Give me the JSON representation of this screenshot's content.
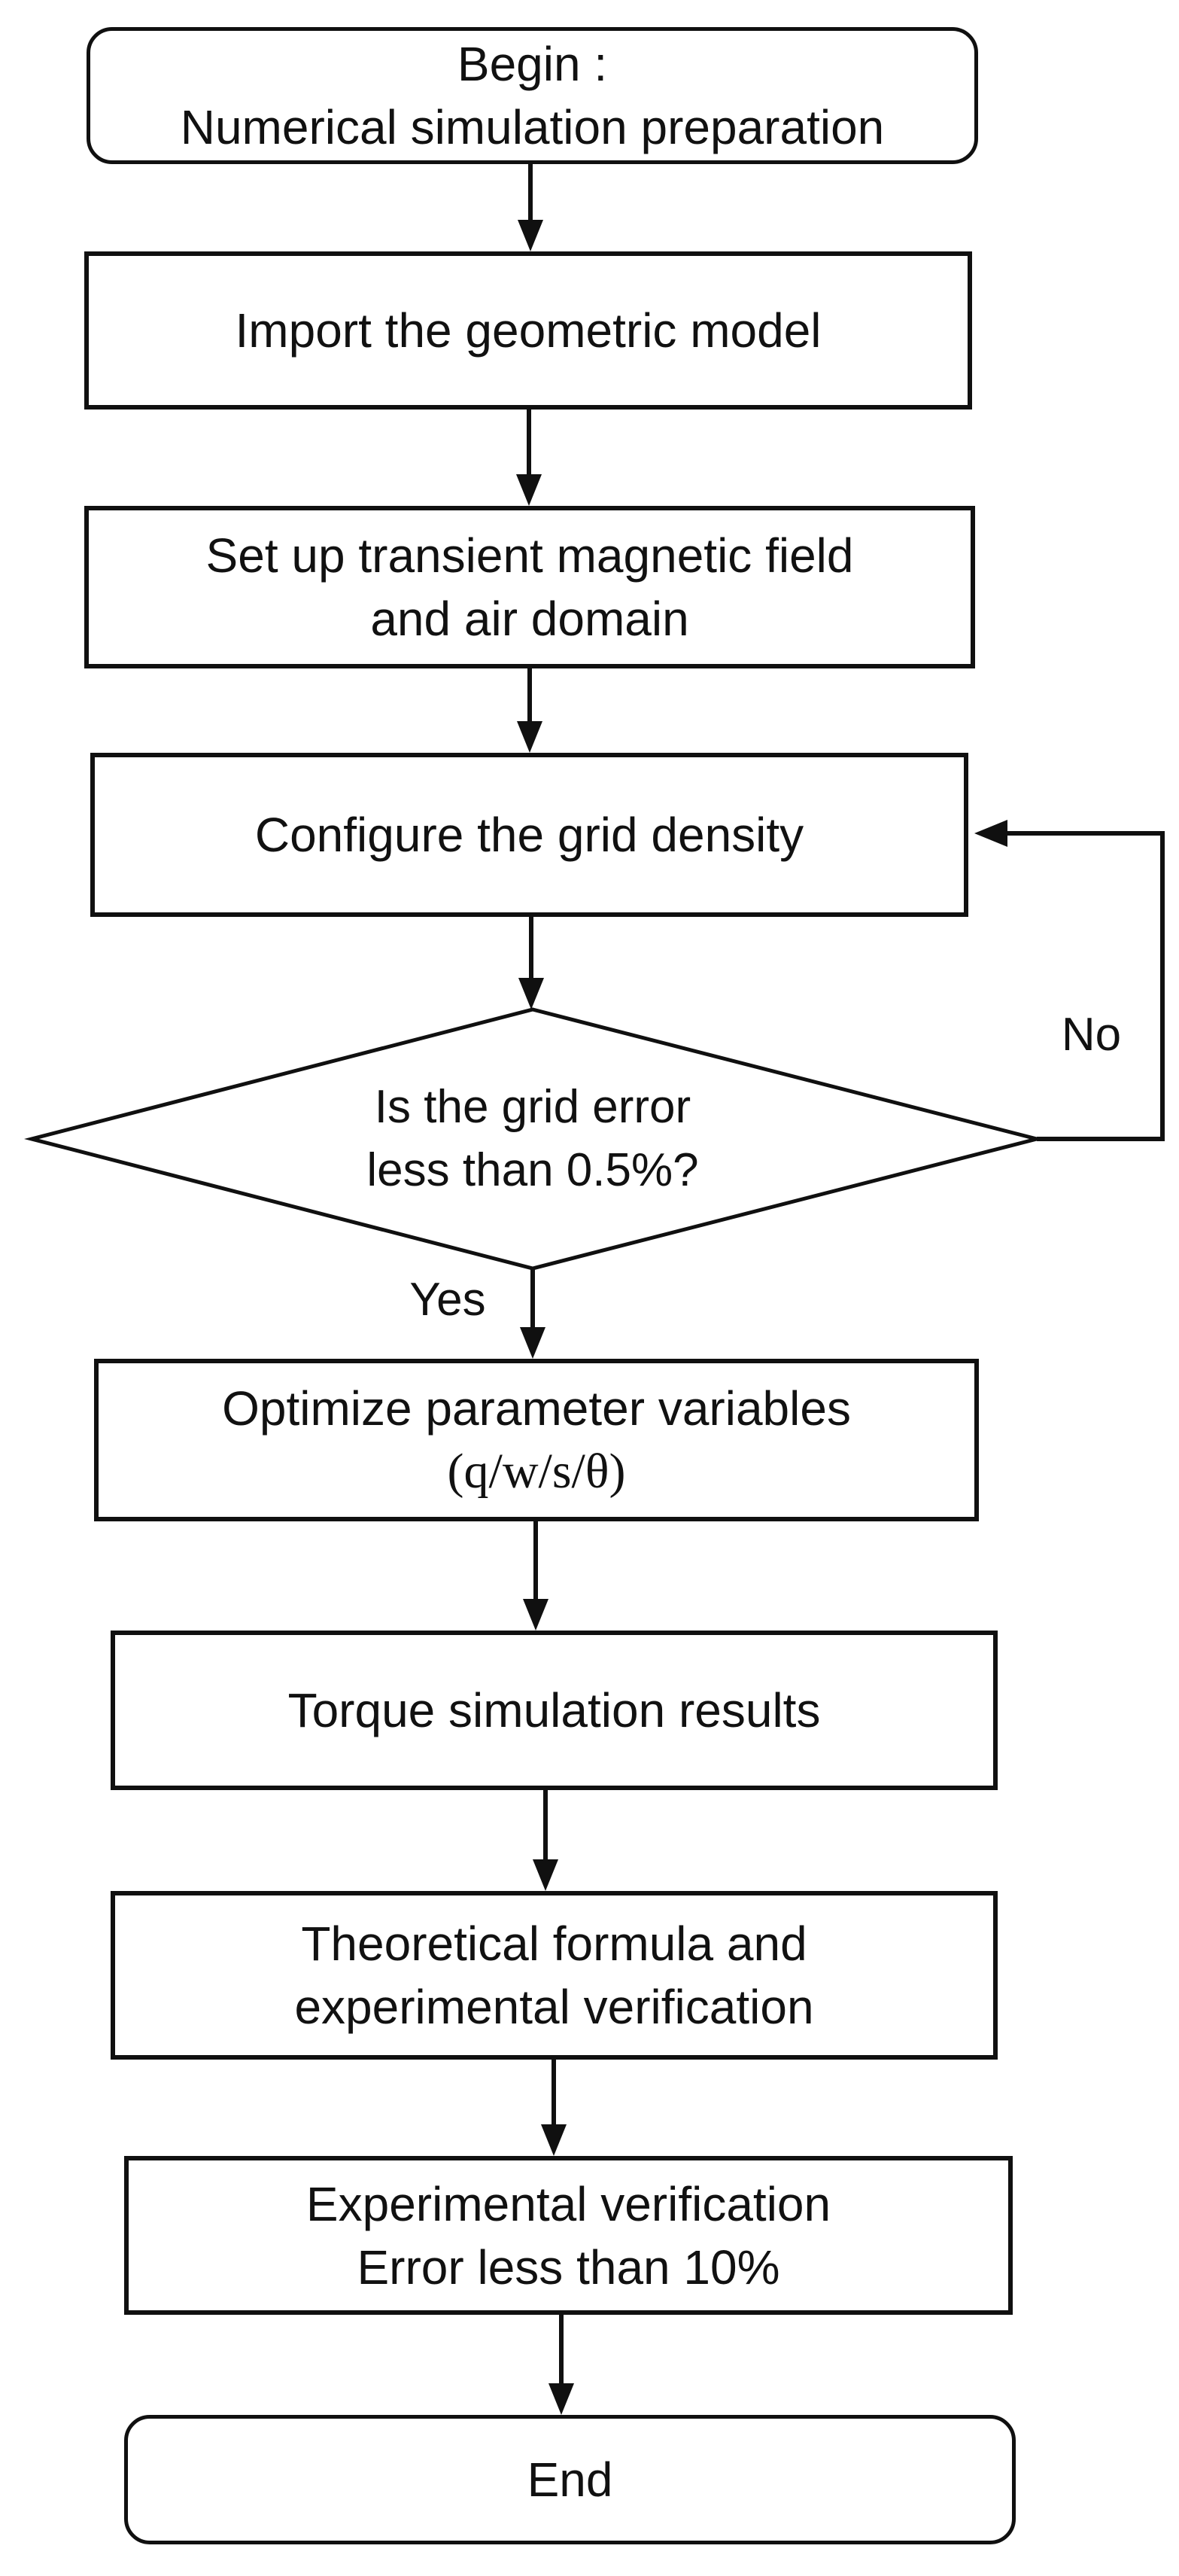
{
  "flowchart": {
    "nodes": {
      "begin": {
        "shape": "terminator",
        "lines": [
          "Begin :",
          "Numerical simulation preparation"
        ]
      },
      "import_model": {
        "shape": "process",
        "lines": [
          "Import the geometric model"
        ]
      },
      "setup_field": {
        "shape": "process",
        "lines": [
          "Set up transient magnetic field",
          "and air domain"
        ]
      },
      "configure_grid": {
        "shape": "process",
        "lines": [
          "Configure the grid density"
        ]
      },
      "grid_error_check": {
        "shape": "decision",
        "lines": [
          "Is the grid error",
          "less than 0.5%?"
        ]
      },
      "optimize_params": {
        "shape": "process",
        "lines": [
          "Optimize parameter variables",
          "(q/w/s/θ)"
        ]
      },
      "torque_results": {
        "shape": "process",
        "lines": [
          "Torque simulation results"
        ]
      },
      "theory_verify": {
        "shape": "process",
        "lines": [
          "Theoretical formula and",
          "experimental verification"
        ]
      },
      "experiment_verify": {
        "shape": "process",
        "lines": [
          "Experimental verification",
          "Error less than 10%"
        ]
      },
      "end": {
        "shape": "terminator",
        "lines": [
          "End"
        ]
      }
    },
    "edge_labels": {
      "yes": "Yes",
      "no": "No"
    },
    "colors": {
      "stroke": "#101010",
      "background": "#ffffff",
      "text": "#111111"
    }
  }
}
